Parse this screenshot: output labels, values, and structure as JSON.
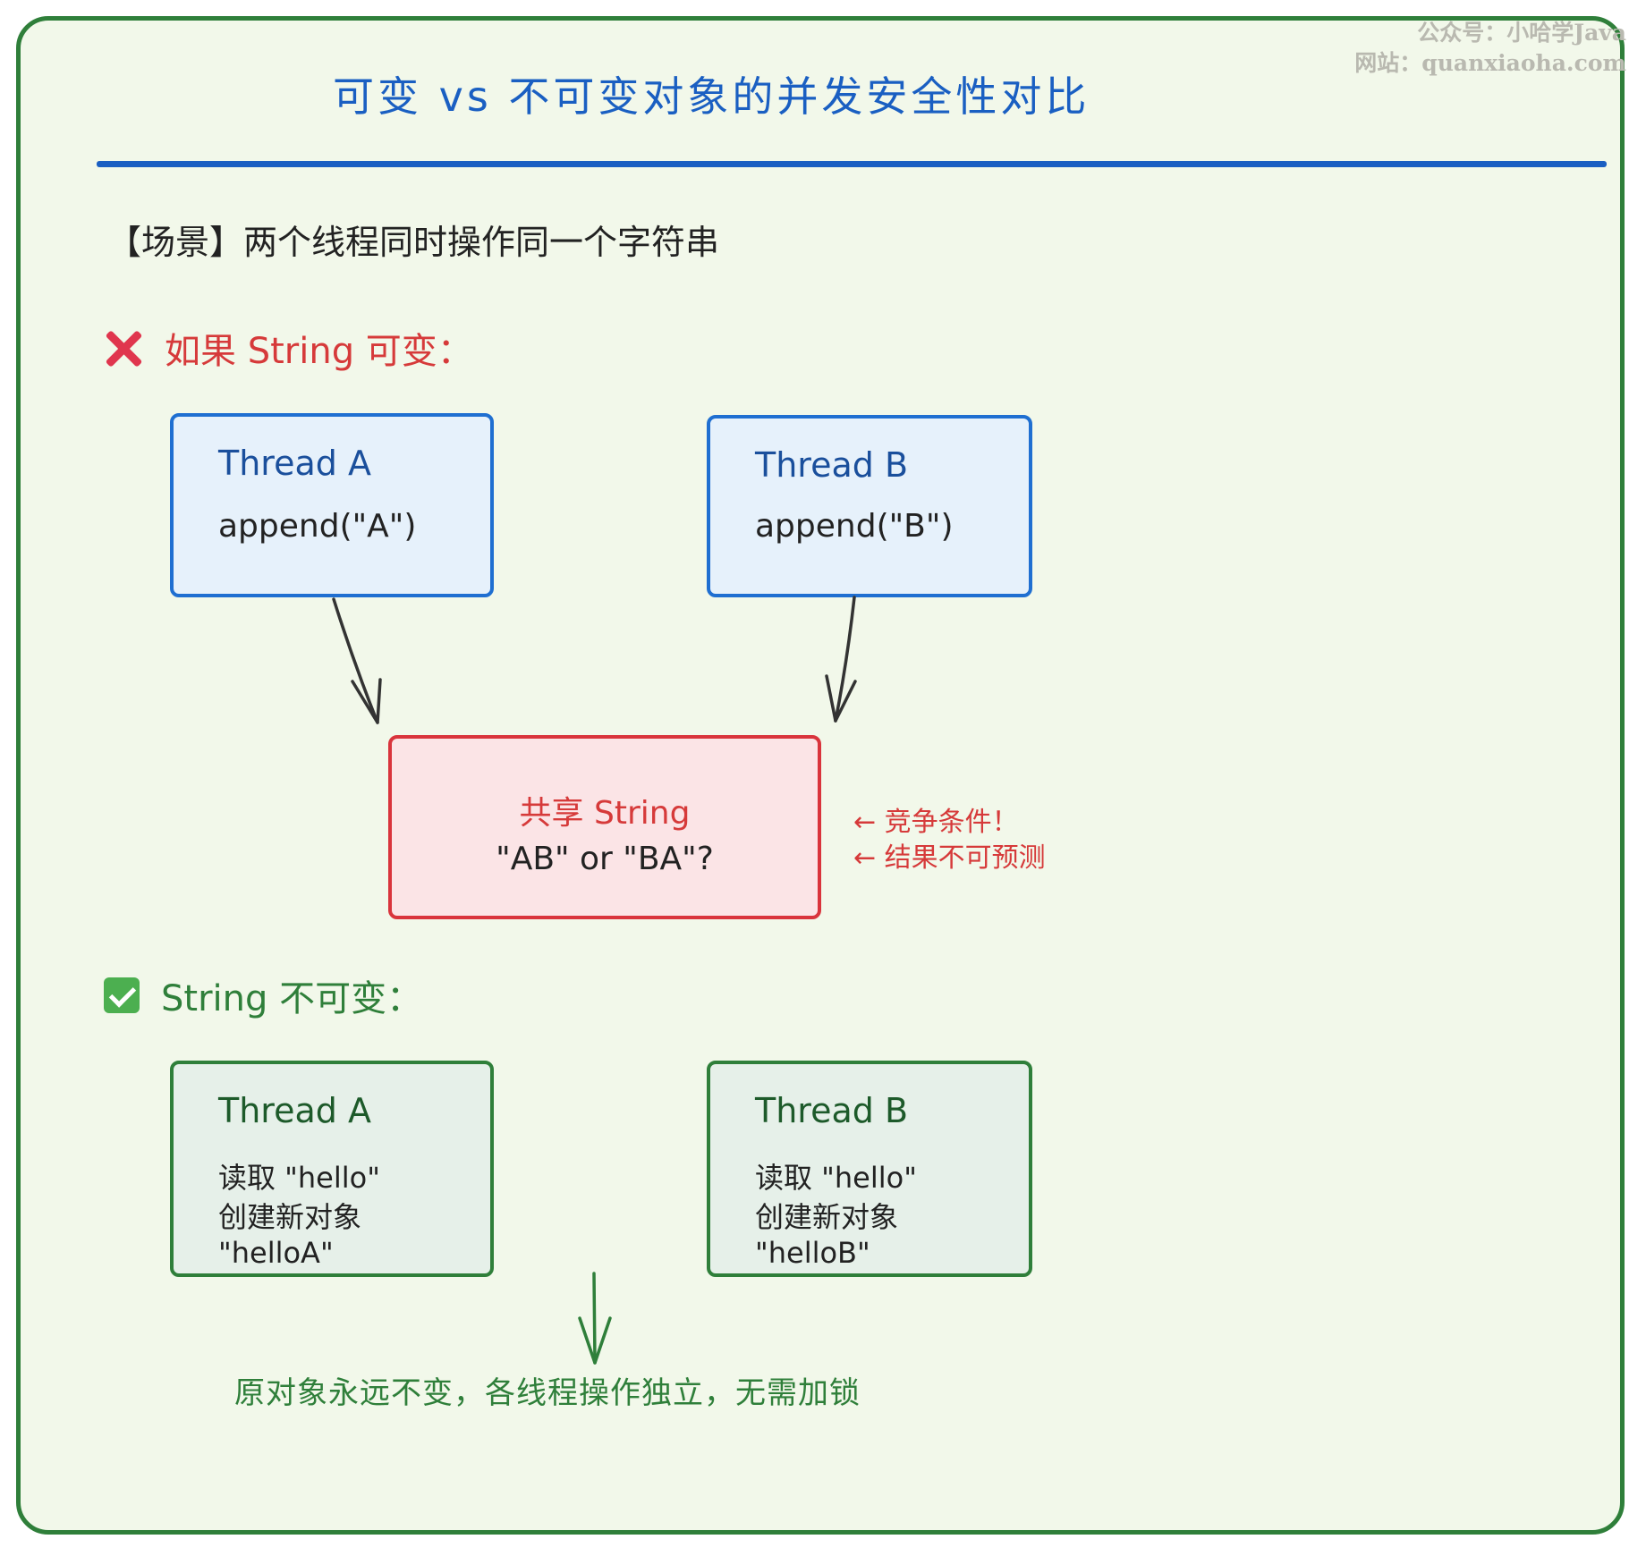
{
  "title": "可变 vs 不可变对象的并发安全性对比",
  "watermark": {
    "line1": "公众号：小哈学Java",
    "line2": "网站：quanxiaoha.com"
  },
  "scenario": "【场景】两个线程同时操作同一个字符串",
  "mutable_section": {
    "icon": "cross-mark-icon",
    "heading": "如果 String 可变：",
    "thread_a": {
      "title": "Thread A",
      "action": "append(\"A\")"
    },
    "thread_b": {
      "title": "Thread B",
      "action": "append(\"B\")"
    },
    "shared": {
      "title": "共享 String",
      "value": "\"AB\" or \"BA\"?"
    },
    "notes": [
      "← 竞争条件！",
      "← 结果不可预测"
    ]
  },
  "immutable_section": {
    "icon": "check-mark-icon",
    "heading": "String 不可变：",
    "thread_a": {
      "title": "Thread A",
      "lines": [
        "读取 \"hello\"",
        "创建新对象",
        "\"helloA\""
      ]
    },
    "thread_b": {
      "title": "Thread B",
      "lines": [
        "读取 \"hello\"",
        "创建新对象",
        "\"helloB\""
      ]
    },
    "summary": "原对象永远不变，各线程操作独立，无需加锁"
  },
  "colors": {
    "title": "#1a5fc2",
    "frame": "#2f7f3a",
    "background": "#f2f8ea",
    "danger": "#d63a3a",
    "safe": "#2f7f3a",
    "blue_box": "#1f6fd1"
  }
}
